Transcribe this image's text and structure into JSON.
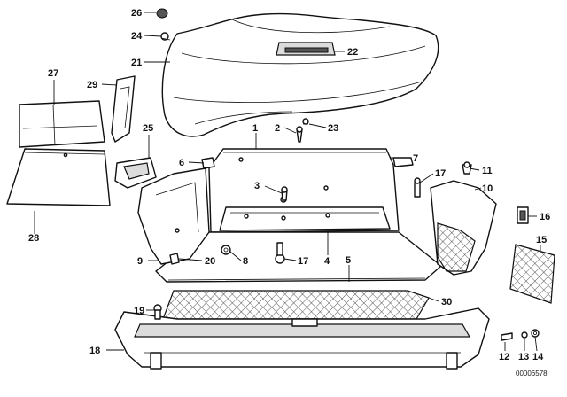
{
  "callouts": {
    "c1": "1",
    "c2": "2",
    "c3": "3",
    "c4": "4",
    "c5": "5",
    "c6": "6",
    "c7": "7",
    "c8": "8",
    "c9": "9",
    "c10": "10",
    "c11": "11",
    "c12": "12",
    "c13": "13",
    "c14": "14",
    "c15": "15",
    "c16": "16",
    "c17a": "17",
    "c17b": "17",
    "c18": "18",
    "c19": "19",
    "c20": "20",
    "c21": "21",
    "c22": "22",
    "c23": "23",
    "c24": "24",
    "c25": "25",
    "c26": "26",
    "c27": "27",
    "c28": "28",
    "c29": "29",
    "c30": "30"
  },
  "drawing_code": "00006578",
  "colors": {
    "line": "#111111",
    "shade": "#dcdcdc",
    "background": "#ffffff"
  }
}
